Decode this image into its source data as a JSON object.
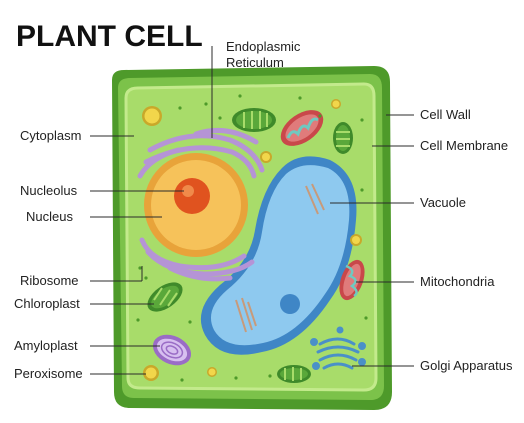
{
  "title": "PLANT CELL",
  "labels": {
    "er_line1": "Endoplasmic",
    "er_line2": "Reticulum",
    "cytoplasm": "Cytoplasm",
    "nucleolus": "Nucleolus",
    "nucleus": "Nucleus",
    "ribosome": "Ribosome",
    "chloroplast": "Chloroplast",
    "amyloplast": "Amyloplast",
    "peroxisome": "Peroxisome",
    "cell_wall": "Cell Wall",
    "cell_membrane": "Cell Membrane",
    "vacuole": "Vacuole",
    "mitochondria": "Mitochondria",
    "golgi": "Golgi Apparatus"
  },
  "colors": {
    "cell_wall": "#4e9a2a",
    "cell_wall_light": "#7cc24a",
    "cytoplasm": "#a8dc6a",
    "vacuole": "#8ec9ef",
    "vacuole_edge": "#3f86c6",
    "nucleus": "#f6c25a",
    "nucleolus": "#e0531f",
    "er": "#b594d6",
    "chloroplast": "#5aa83a",
    "mitochondria": "#e07b7b",
    "golgi": "#4a90c8",
    "peroxisome": "#f2d64b"
  }
}
